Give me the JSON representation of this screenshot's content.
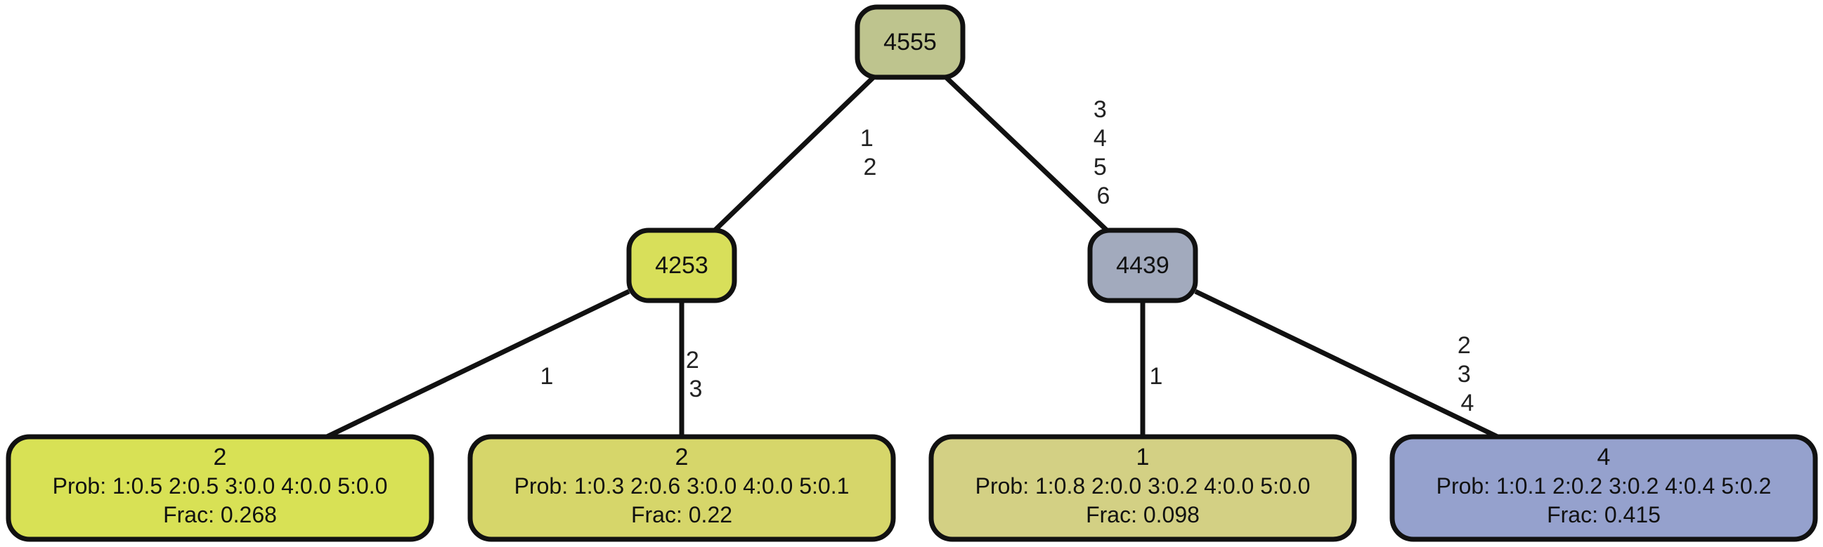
{
  "colors": {
    "root": "#bec48e",
    "n4253": "#d8df5a",
    "n4439": "#a2aabd",
    "leafA": "#d8e155",
    "leafB": "#d6d66a",
    "leafC": "#d3d084",
    "leafD": "#95a1cd",
    "stroke": "#111111"
  },
  "nodes": {
    "root": {
      "label": "4555"
    },
    "n4253": {
      "label": "4253"
    },
    "n4439": {
      "label": "4439"
    },
    "leafA": {
      "label": "2",
      "prob": "Prob: 1:0.5 2:0.5 3:0.0 4:0.0 5:0.0",
      "frac": "Frac: 0.268"
    },
    "leafB": {
      "label": "2",
      "prob": "Prob: 1:0.3 2:0.6 3:0.0 4:0.0 5:0.1",
      "frac": "Frac: 0.22"
    },
    "leafC": {
      "label": "1",
      "prob": "Prob: 1:0.8 2:0.0 3:0.2 4:0.0 5:0.0",
      "frac": "Frac: 0.098"
    },
    "leafD": {
      "label": "4",
      "prob": "Prob: 1:0.1 2:0.2 3:0.2 4:0.4 5:0.2",
      "frac": "Frac: 0.415"
    }
  },
  "edges": {
    "root_n4253": [
      "1",
      "2"
    ],
    "root_n4439": [
      "3",
      "4",
      "5",
      "6"
    ],
    "n4253_leafA": [
      "1"
    ],
    "n4253_leafB": [
      "2",
      "3"
    ],
    "n4439_leafC": [
      "1"
    ],
    "n4439_leafD": [
      "2",
      "3",
      "4"
    ]
  }
}
